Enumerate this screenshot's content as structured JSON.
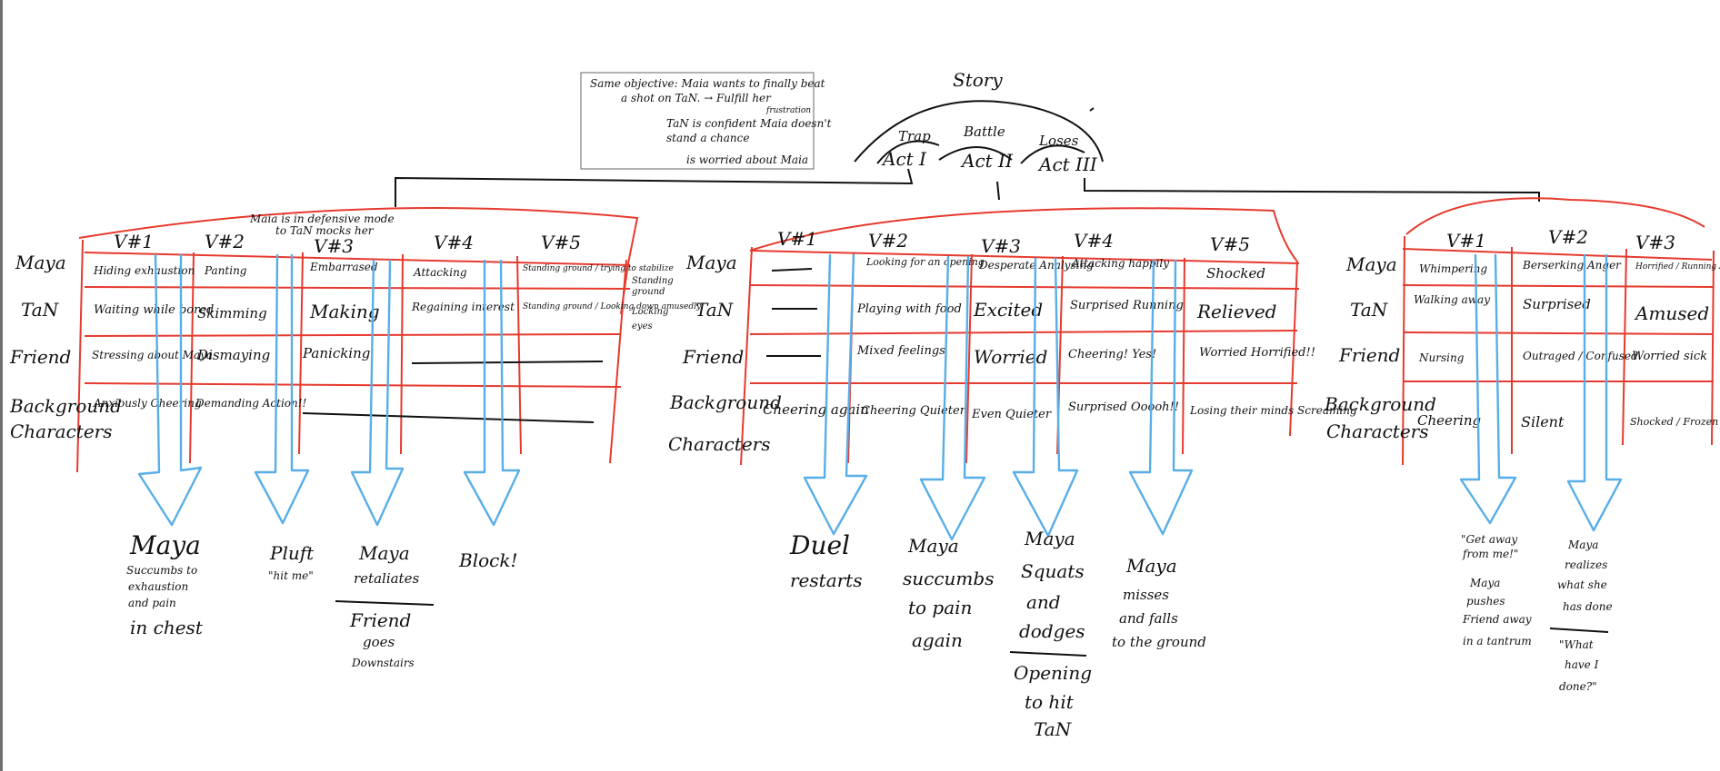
{
  "story": {
    "title": "Story",
    "note": [
      "Same objective: Maia wants to finally beat",
      "a shot on TaN. → Fulfill her",
      "frustration",
      "TaN is confident Maia doesn't",
      "stand a chance",
      "is worried about Maia"
    ],
    "acts": [
      {
        "arc": "Trap",
        "label": "Act I"
      },
      {
        "arc": "Battle",
        "label": "Act II"
      },
      {
        "arc": "Loses",
        "label": "Act III"
      }
    ]
  },
  "colors": {
    "grid": "#e63a2e",
    "arrow": "#58aee8",
    "ink": "#111111"
  },
  "rows": [
    "Maya",
    "TaN",
    "Friend",
    "Background",
    "Characters"
  ],
  "act1": {
    "annotation": [
      "Maia is in defensive mode",
      "to TaN mocks her"
    ],
    "headers": [
      "V#1",
      "V#2",
      "V#3",
      "V#4",
      "V#5"
    ],
    "cells": {
      "maya": [
        "Hiding exhaustion",
        "Panting",
        "Embarrased",
        "Attacking",
        "Standing ground / trying to stabilize"
      ],
      "tan": [
        "Waiting while bored",
        "Skimming",
        "Making",
        "Regaining interest",
        "Standing ground / Looking down amusedly"
      ],
      "friend": [
        "Stressing about Maya",
        "Dismaying",
        "Panicking"
      ],
      "bg": [
        "Anxiously Cheering",
        "Demanding Action!!"
      ]
    },
    "side_note": [
      "Standing",
      "ground",
      "Locking",
      "eyes"
    ],
    "outcomes": [
      [
        "Maya",
        "Succumbs to",
        "exhaustion",
        "and pain",
        "in chest"
      ],
      [
        "Pluft",
        "\"hit me\""
      ],
      [
        "Maya",
        "retaliates",
        "Friend",
        "goes",
        "Downstairs"
      ],
      [
        "Block!"
      ]
    ]
  },
  "act2": {
    "headers": [
      "V#1",
      "V#2",
      "V#3",
      "V#4",
      "V#5"
    ],
    "cells": {
      "maya": [
        "Looking for an opening",
        "Desperate Analysing",
        "Attacking happily",
        "Shocked"
      ],
      "tan": [
        "Playing with food",
        "Excited",
        "Surprised Running",
        "Relieved"
      ],
      "friend": [
        "Mixed feelings",
        "Worried",
        "Cheering! Yes!",
        "Worried Horrified!!"
      ],
      "bg": [
        "Cheering again",
        "Cheering Quieter",
        "Even Quieter",
        "Surprised Ooooh!!",
        "Losing their minds Screaming"
      ]
    },
    "outcomes": [
      [
        "Duel",
        "restarts"
      ],
      [
        "Maya",
        "succumbs",
        "to pain",
        "again"
      ],
      [
        "Maya",
        "Squats",
        "and",
        "dodges",
        "Opening",
        "to hit",
        "TaN"
      ],
      [
        "Maya",
        "misses",
        "and falls",
        "to the ground"
      ]
    ]
  },
  "act3": {
    "headers": [
      "V#1",
      "V#2",
      "V#3"
    ],
    "cells": {
      "maya": [
        "Whimpering",
        "Berserking Anger",
        "Horrified / Running Away"
      ],
      "tan": [
        "Walking away",
        "Surprised",
        "Amused"
      ],
      "friend": [
        "Nursing",
        "Outraged / Confused",
        "Worried sick"
      ],
      "bg": [
        "Cheering",
        "Silent",
        "Shocked / Frozen / Speechless"
      ]
    },
    "outcomes": [
      [
        "\"Get away",
        "from me!\"",
        "Maya",
        "pushes",
        "Friend away",
        "in a tantrum"
      ],
      [
        "Maya",
        "realizes",
        "what she",
        "has done",
        "\"What",
        "have I",
        "done?\""
      ]
    ]
  }
}
